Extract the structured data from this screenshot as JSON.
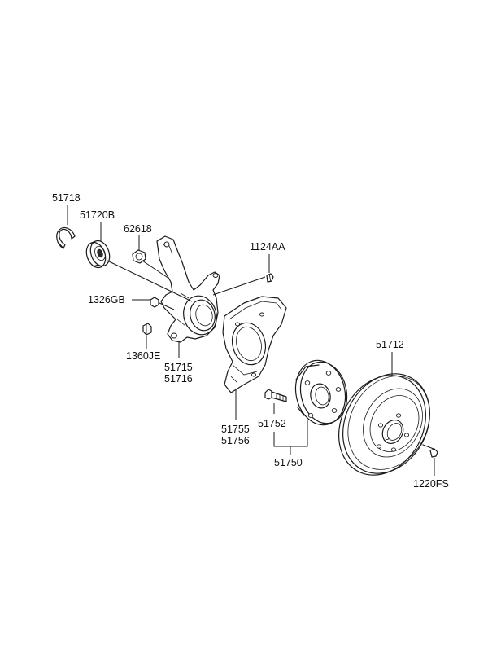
{
  "callouts": {
    "snap_ring": "51718",
    "bearing": "51720B",
    "nut": "62618",
    "bolt_small": "1124AA",
    "dust_cap": "1326GB",
    "nut_small": "1360JE",
    "knuckle_a": "51715",
    "knuckle_b": "51716",
    "disc": "51712",
    "screw": "1220FS",
    "shield_a": "51755",
    "shield_b": "51756",
    "hub_bolt": "51752",
    "hub_assy": "51750"
  }
}
